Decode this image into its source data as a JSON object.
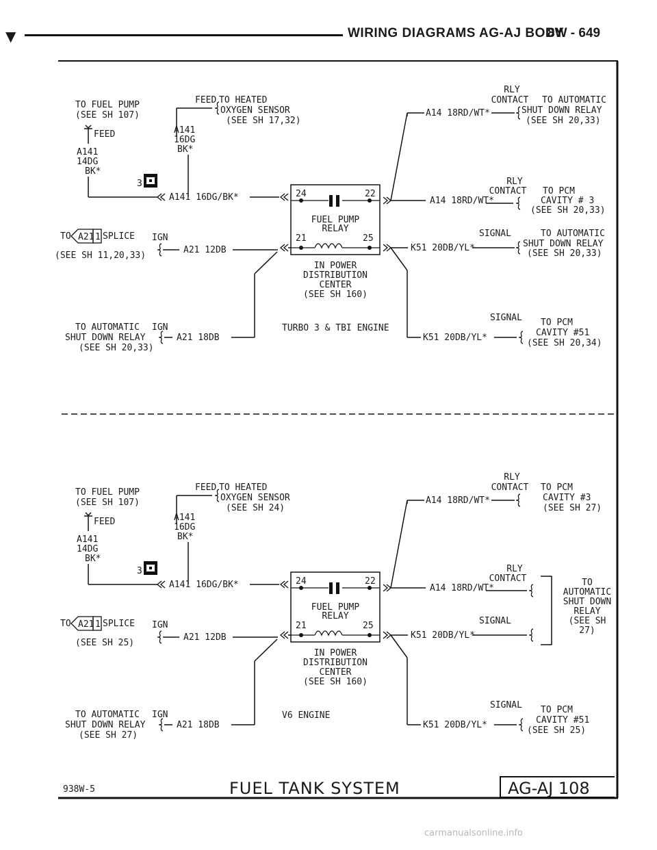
{
  "header": {
    "title": "WIRING DIAGRAMS AG-AJ BODY",
    "page": "8W - 649"
  },
  "diagrams": [
    {
      "fuel_pump_1": "TO FUEL PUMP",
      "fuel_pump_2": "(SEE SH 107)",
      "feed_left": "FEED",
      "a141_left_1": "A141",
      "a141_left_2": "14DG",
      "a141_left_3": "BK*",
      "feed_top": "FEED",
      "heated_1": "TO HEATED",
      "heated_2": "OXYGEN SENSOR",
      "heated_3": "(SEE SH 17,32)",
      "a141_mid_1": "A141",
      "a141_mid_2": "16DG",
      "a141_mid_3": "BK*",
      "connector_num": "3",
      "wire_a141": "A141 16DG/BK*",
      "splice_to": "TO",
      "splice_id": "A21",
      "splice_num": "1",
      "splice_word": "SPLICE",
      "splice_ref": "(SEE SH 11,20,33)",
      "ign_upper": "IGN",
      "wire_a21_12": "A21 12DB",
      "asd_1": "TO AUTOMATIC",
      "asd_2": "SHUT DOWN RELAY",
      "asd_3": "(SEE SH 20,33)",
      "ign_lower": "IGN",
      "wire_a21_18": "A21 18DB",
      "relay_pin_tl": "24",
      "relay_pin_tr": "22",
      "relay_pin_bl": "21",
      "relay_pin_br": "25",
      "relay_name_1": "FUEL PUMP",
      "relay_name_2": "RELAY",
      "pdc_1": "IN POWER",
      "pdc_2": "DISTRIBUTION",
      "pdc_3": "CENTER",
      "pdc_4": "(SEE SH 160)",
      "engine": "TURBO 3 & TBI ENGINE",
      "rly1_1": "RLY",
      "rly1_2": "CONTACT",
      "wire_a14_top": "A14 18RD/WT*",
      "rly1_dest_1": "TO AUTOMATIC",
      "rly1_dest_2": "SHUT DOWN RELAY",
      "rly1_dest_3": "(SEE SH 20,33)",
      "rly2_1": "RLY",
      "rly2_2": "CONTACT",
      "wire_a14_mid": "A14 18RD/WT*",
      "rly2_dest_1": "TO PCM",
      "rly2_dest_2": "CAVITY # 3",
      "rly2_dest_3": "(SEE SH 20,33)",
      "sig1": "SIGNAL",
      "wire_k51_mid": "K51 20DB/YL*",
      "sig1_dest_1": "TO AUTOMATIC",
      "sig1_dest_2": "SHUT DOWN RELAY",
      "sig1_dest_3": "(SEE SH 20,33)",
      "sig2": "SIGNAL",
      "wire_k51_bot": "K51 20DB/YL*",
      "sig2_dest_1": "TO PCM",
      "sig2_dest_2": "CAVITY #51",
      "sig2_dest_3": "(SEE SH 20,34)"
    },
    {
      "fuel_pump_1": "TO FUEL PUMP",
      "fuel_pump_2": "(SEE SH 107)",
      "feed_left": "FEED",
      "a141_left_1": "A141",
      "a141_left_2": "14DG",
      "a141_left_3": "BK*",
      "feed_top": "FEED",
      "heated_1": "TO HEATED",
      "heated_2": "OXYGEN SENSOR",
      "heated_3": "(SEE SH 24)",
      "a141_mid_1": "A141",
      "a141_mid_2": "16DG",
      "a141_mid_3": "BK*",
      "connector_num": "3",
      "wire_a141": "A141 16DG/BK*",
      "splice_to": "TO",
      "splice_id": "A21",
      "splice_num": "1",
      "splice_word": "SPLICE",
      "splice_ref": "(SEE SH 25)",
      "ign_upper": "IGN",
      "wire_a21_12": "A21 12DB",
      "asd_1": "TO AUTOMATIC",
      "asd_2": "SHUT DOWN RELAY",
      "asd_3": "(SEE SH 27)",
      "ign_lower": "IGN",
      "wire_a21_18": "A21 18DB",
      "relay_pin_tl": "24",
      "relay_pin_tr": "22",
      "relay_pin_bl": "21",
      "relay_pin_br": "25",
      "relay_name_1": "FUEL PUMP",
      "relay_name_2": "RELAY",
      "pdc_1": "IN POWER",
      "pdc_2": "DISTRIBUTION",
      "pdc_3": "CENTER",
      "pdc_4": "(SEE SH 160)",
      "engine": "V6 ENGINE",
      "rly1_1": "RLY",
      "rly1_2": "CONTACT",
      "wire_a14_top": "A14 18RD/WT*",
      "rly1_dest_1": "TO PCM",
      "rly1_dest_2": "CAVITY #3",
      "rly1_dest_3": "(SEE SH 27)",
      "rly2_1": "RLY",
      "rly2_2": "CONTACT",
      "wire_a14_mid": "A14 18RD/WT*",
      "sig1": "SIGNAL",
      "wire_k51_mid": "K51 20DB/YL*",
      "bracket_dest": [
        "TO",
        "AUTOMATIC",
        "SHUT DOWN",
        "RELAY",
        "(SEE SH",
        "27)"
      ],
      "sig2": "SIGNAL",
      "wire_k51_bot": "K51 20DB/YL*",
      "sig2_dest_1": "TO PCM",
      "sig2_dest_2": "CAVITY #51",
      "sig2_dest_3": "(SEE SH 25)"
    }
  ],
  "footer": {
    "code": "938W-5",
    "title": "FUEL TANK SYSTEM",
    "box": "AG-AJ 108"
  },
  "watermark": "carmanualsonline.info"
}
